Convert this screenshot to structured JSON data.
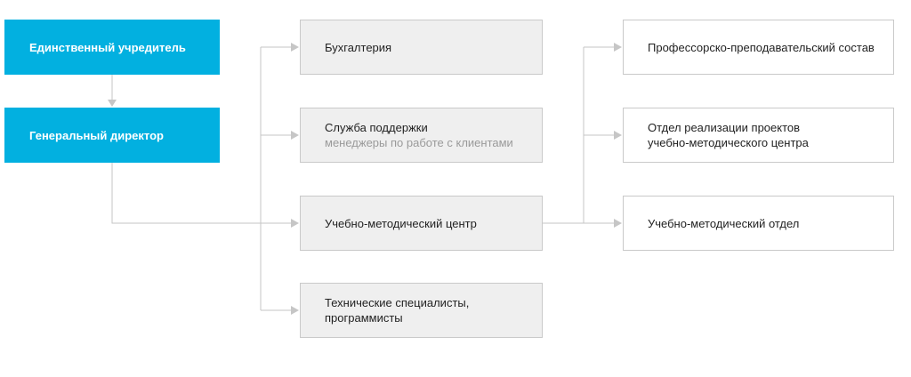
{
  "colors": {
    "primary_box": "#02b0e0",
    "secondary_box": "#efefef",
    "connector": "#c6c6c6",
    "muted_text": "#9a9a9a"
  },
  "nodes": {
    "founder": {
      "label": "Единственный учредитель"
    },
    "director": {
      "label": "Генеральный директор"
    },
    "accounting": {
      "label": "Бухгалтерия"
    },
    "support": {
      "label": "Служба поддержки",
      "subtitle": "менеджеры по работе с клиентами"
    },
    "umc": {
      "label": "Учебно-методический центр"
    },
    "tech": {
      "label_line1": "Технические специалисты,",
      "label_line2": "программисты"
    },
    "faculty": {
      "label": "Профессорско-преподавательский состав"
    },
    "projects": {
      "label_line1": "Отдел реализации проектов",
      "label_line2": "учебно-методического центра"
    },
    "umo": {
      "label": "Учебно-методический отдел"
    }
  },
  "edges": [
    {
      "from": "founder",
      "to": "director"
    },
    {
      "from": "director",
      "to": "accounting"
    },
    {
      "from": "director",
      "to": "support"
    },
    {
      "from": "director",
      "to": "umc"
    },
    {
      "from": "director",
      "to": "tech"
    },
    {
      "from": "umc",
      "to": "faculty"
    },
    {
      "from": "umc",
      "to": "projects"
    },
    {
      "from": "umc",
      "to": "umo"
    }
  ]
}
